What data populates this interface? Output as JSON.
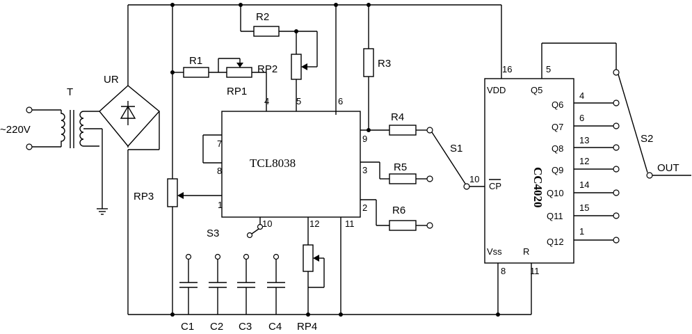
{
  "mains": {
    "voltage": "~220V"
  },
  "transformer": {
    "label": "T"
  },
  "rectifier": {
    "label": "UR"
  },
  "resistors": {
    "r1": "R1",
    "r2": "R2",
    "r3": "R3",
    "r4": "R4",
    "r5": "R5",
    "r6": "R6"
  },
  "pots": {
    "rp1": "RP1",
    "rp2": "RP2",
    "rp3": "RP3",
    "rp4": "RP4"
  },
  "caps": {
    "c1": "C1",
    "c2": "C2",
    "c3": "C3",
    "c4": "C4"
  },
  "switches": {
    "s1": "S1",
    "s2": "S2",
    "s3": "S3"
  },
  "output": {
    "label": "OUT"
  },
  "tcl8038": {
    "name": "TCL8038",
    "pins": {
      "p1": "1",
      "p2": "2",
      "p3": "3",
      "p4": "4",
      "p5": "5",
      "p6": "6",
      "p7": "7",
      "p8": "8",
      "p9": "9",
      "p10": "10",
      "p11": "11",
      "p12": "12"
    }
  },
  "cc4020": {
    "name": "CC4020",
    "signals": {
      "vdd": "VDD",
      "vss": "Vss",
      "cp": "CP",
      "r": "R",
      "q5": "Q5",
      "q6": "Q6",
      "q7": "Q7",
      "q8": "Q8",
      "q9": "Q9",
      "q10": "Q10",
      "q11": "Q11",
      "q12": "Q12"
    },
    "pins": {
      "vdd": "16",
      "q5": "5",
      "q6": "4",
      "q7": "6",
      "q8": "13",
      "q9": "12",
      "q10": "14",
      "q11": "15",
      "q12": "1",
      "cp": "10",
      "vss": "8",
      "r": "11"
    }
  }
}
